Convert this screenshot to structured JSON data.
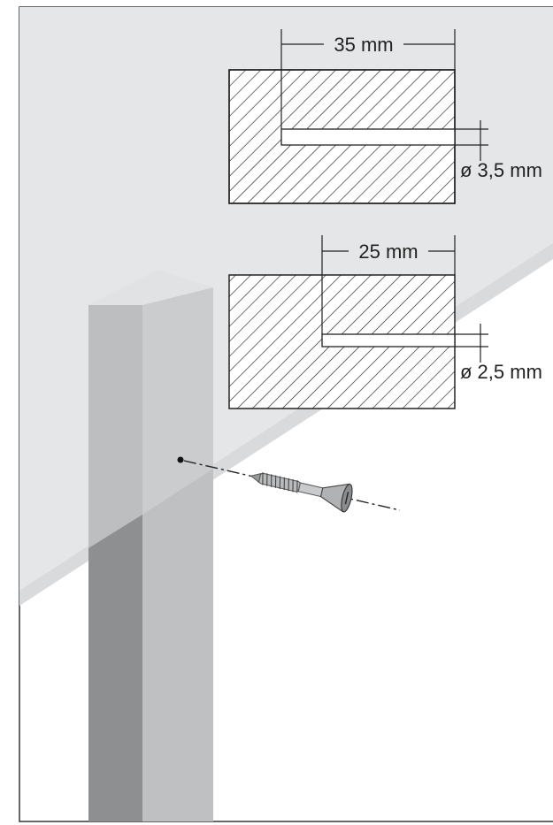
{
  "diagram": {
    "top_section": {
      "depth_label": "35 mm",
      "diameter_label": "ø 3,5 mm"
    },
    "bottom_section": {
      "depth_label": "25 mm",
      "diameter_label": "ø 2,5 mm"
    },
    "colors": {
      "background_gray": "#e5e6e7",
      "post_light": "#c9cacb",
      "post_mid": "#bdbebf",
      "post_dark": "#8e8f90",
      "hatch": "#222222"
    }
  }
}
